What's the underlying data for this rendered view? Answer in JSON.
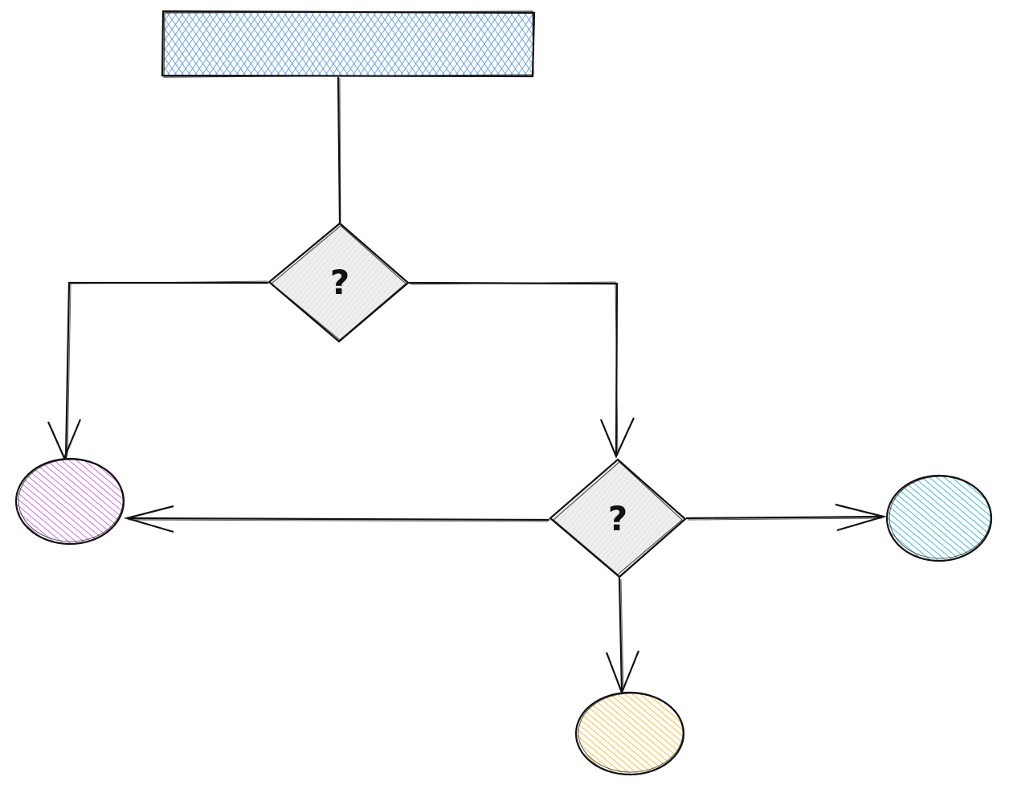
{
  "diagram": {
    "style": "hand-drawn flowchart",
    "nodes": [
      {
        "id": "start",
        "shape": "rectangle",
        "fill": "#4a90e2",
        "hatch": "cross-hatch",
        "text": ""
      },
      {
        "id": "decision-1",
        "shape": "diamond",
        "fill": "#d6d9dc",
        "text": "?"
      },
      {
        "id": "decision-2",
        "shape": "diamond",
        "fill": "#d6d9dc",
        "text": "?"
      },
      {
        "id": "outcome-purple",
        "shape": "ellipse",
        "fill": "#be4bdb",
        "hatch": "hachure",
        "text": ""
      },
      {
        "id": "outcome-teal",
        "shape": "ellipse",
        "fill": "#15aabf",
        "hatch": "hachure",
        "text": ""
      },
      {
        "id": "outcome-yellow",
        "shape": "ellipse",
        "fill": "#fab005",
        "hatch": "hachure",
        "text": ""
      }
    ],
    "edges": [
      {
        "from": "start",
        "to": "decision-1",
        "arrow": false
      },
      {
        "from": "decision-1",
        "to": "outcome-purple",
        "arrow": true
      },
      {
        "from": "decision-1",
        "to": "decision-2",
        "arrow": true
      },
      {
        "from": "decision-2",
        "to": "outcome-purple",
        "arrow": true
      },
      {
        "from": "decision-2",
        "to": "outcome-teal",
        "arrow": true
      },
      {
        "from": "decision-2",
        "to": "outcome-yellow",
        "arrow": true
      }
    ],
    "stroke_color": "#111111"
  }
}
